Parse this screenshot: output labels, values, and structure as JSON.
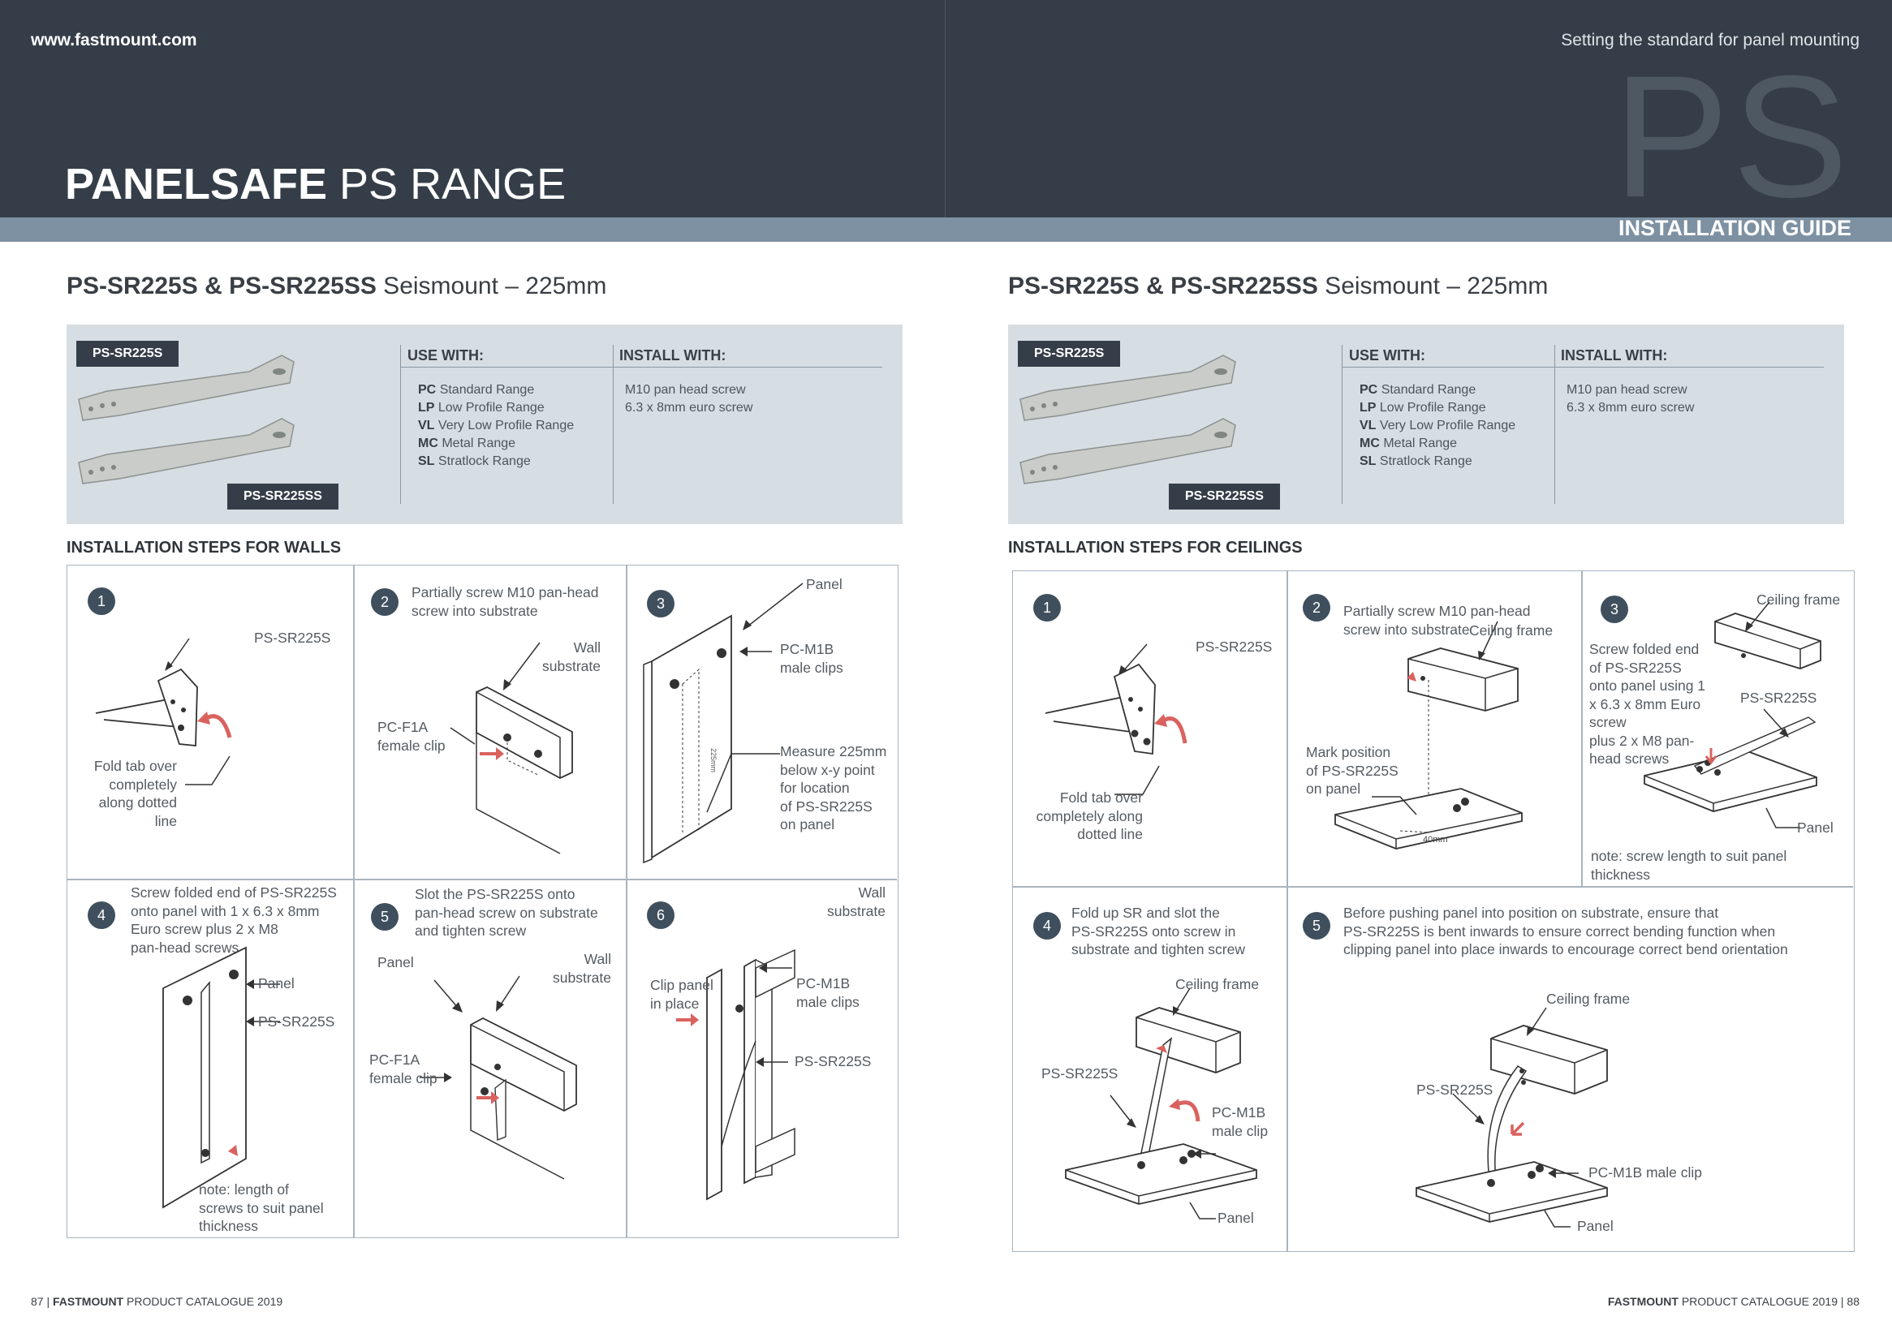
{
  "header": {
    "url": "www.fastmount.com",
    "tagline": "Setting the standard for panel mounting",
    "big_letters": "PS",
    "title_bold": "PANELSAFE",
    "title_rest": " PS RANGE",
    "guide_label": "INSTALLATION GUIDE"
  },
  "product": {
    "title_bold": "PS-SR225S & PS-SR225SS",
    "title_rest": " Seismount – 225mm",
    "tag_top": "PS-SR225S",
    "tag_bottom": "PS-SR225SS",
    "use_with_label": "USE WITH:",
    "install_with_label": "INSTALL WITH:",
    "use_with": [
      {
        "code": "PC",
        "name": "Standard Range"
      },
      {
        "code": "LP",
        "name": "Low Profile Range"
      },
      {
        "code": "VL",
        "name": "Very Low Profile Range"
      },
      {
        "code": "MC",
        "name": "Metal Range"
      },
      {
        "code": "SL",
        "name": "Stratlock Range"
      }
    ],
    "install_with": [
      "M10 pan head screw",
      "6.3 x 8mm euro screw"
    ]
  },
  "walls": {
    "heading": "INSTALLATION STEPS FOR WALLS",
    "s1": {
      "num": "1",
      "label_part": "PS-SR225S",
      "fold": [
        "Fold tab over",
        "completely",
        "along dotted",
        "line"
      ]
    },
    "s2": {
      "num": "2",
      "text": [
        "Partially screw M10 pan-head",
        "screw into substrate"
      ],
      "wall": [
        "Wall",
        "substrate"
      ],
      "clip": [
        "PC-F1A",
        "female clip"
      ]
    },
    "s3": {
      "num": "3",
      "panel": "Panel",
      "male": [
        "PC-M1B",
        "male clips"
      ],
      "measure": [
        "Measure 225mm",
        "below x-y point",
        "for location",
        "of PS-SR225S",
        "on panel"
      ],
      "dim": "225mm"
    },
    "s4": {
      "num": "4",
      "text": [
        "Screw folded end of PS-SR225S",
        "onto panel with 1 x 6.3 x 8mm",
        "Euro screw plus 2 x M8",
        "pan-head screws"
      ],
      "panel": "Panel",
      "part": "PS-SR225S",
      "note": [
        "note: length of",
        "screws to suit panel",
        "thickness"
      ]
    },
    "s5": {
      "num": "5",
      "text": [
        "Slot the PS-SR225S onto",
        "pan-head screw on substrate",
        "and tighten screw"
      ],
      "panel": "Panel",
      "wall": [
        "Wall",
        "substrate"
      ],
      "clip": [
        "PC-F1A",
        "female clip"
      ]
    },
    "s6": {
      "num": "6",
      "wall": [
        "Wall",
        "substrate"
      ],
      "clip": [
        "Clip panel",
        "in place"
      ],
      "male": [
        "PC-M1B",
        "male clips"
      ],
      "part": "PS-SR225S"
    }
  },
  "ceilings": {
    "heading": "INSTALLATION STEPS FOR CEILINGS",
    "s1": {
      "num": "1",
      "label_part": "PS-SR225S",
      "fold": [
        "Fold tab over",
        "completely along",
        "dotted line"
      ]
    },
    "s2": {
      "num": "2",
      "text": [
        "Partially screw M10 pan-head",
        "screw into substrate"
      ],
      "frame": "Ceiling frame",
      "mark": [
        "Mark position",
        "of PS-SR225S",
        "on panel"
      ],
      "dim": "40mm"
    },
    "s3": {
      "num": "3",
      "frame": "Ceiling frame",
      "text": [
        "Screw folded end",
        "of PS-SR225S",
        "onto panel using 1",
        "x 6.3 x 8mm Euro",
        "screw",
        "plus 2 x M8 pan-",
        "head screws"
      ],
      "part": "PS-SR225S",
      "panel": "Panel",
      "note": [
        "note: screw length to suit panel",
        "thickness"
      ]
    },
    "s4": {
      "num": "4",
      "text": [
        "Fold up SR and slot the",
        "PS-SR225S onto screw in",
        "substrate and tighten screw"
      ],
      "frame": "Ceiling frame",
      "part": "PS-SR225S",
      "male": [
        "PC-M1B",
        "male clip"
      ],
      "panel": "Panel"
    },
    "s5": {
      "num": "5",
      "text": [
        "Before pushing panel into position on substrate, ensure that",
        "PS-SR225S is bent inwards to ensure correct bending function when",
        "clipping panel into place inwards to encourage correct bend orientation"
      ],
      "frame": "Ceiling frame",
      "part": "PS-SR225S",
      "male": "PC-M1B male clip",
      "panel": "Panel"
    }
  },
  "footer": {
    "left_page": "87",
    "right_page": "88",
    "brand": "FASTMOUNT",
    "catalogue": " PRODUCT CATALOGUE 2019",
    "sep": " | "
  }
}
